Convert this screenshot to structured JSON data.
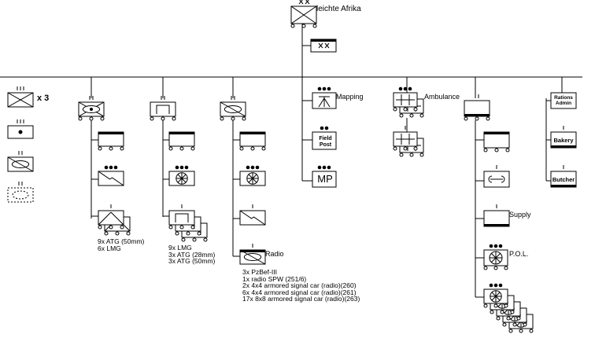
{
  "hq": {
    "label": "leichte Afrika",
    "echelon": "XX"
  },
  "hq_company": {
    "echelon": "XX"
  },
  "multiplier": "x 3",
  "recon": {
    "notes": "9x ATG (50mm)\n6x LMG"
  },
  "mg_bn": {
    "notes": "9x LMG\n3x ATG (28mm)\n3x ATG (50mm)"
  },
  "signals": {
    "radio_label": "Radio",
    "notes": "3x PzBef-III\n1x radio SPW (251/6)\n2x 4x4 armored signal car (radio)(260)\n6x 4x4 armored signal car (radio)(261)\n17x 8x8 armored signal car (radio)(263)"
  },
  "mapping": {
    "label": "Mapping"
  },
  "field_post": {
    "line1": "Field",
    "line2": "Post"
  },
  "mp": {
    "text": "MP"
  },
  "ambulance": {
    "label": "Ambulance"
  },
  "supply": {
    "label": "Supply"
  },
  "pol": {
    "label": "P.O.L."
  },
  "rations": {
    "line1": "Rations",
    "line2": "Admin"
  },
  "bakery": {
    "text": "Bakery"
  },
  "butcher": {
    "text": "Butcher"
  }
}
